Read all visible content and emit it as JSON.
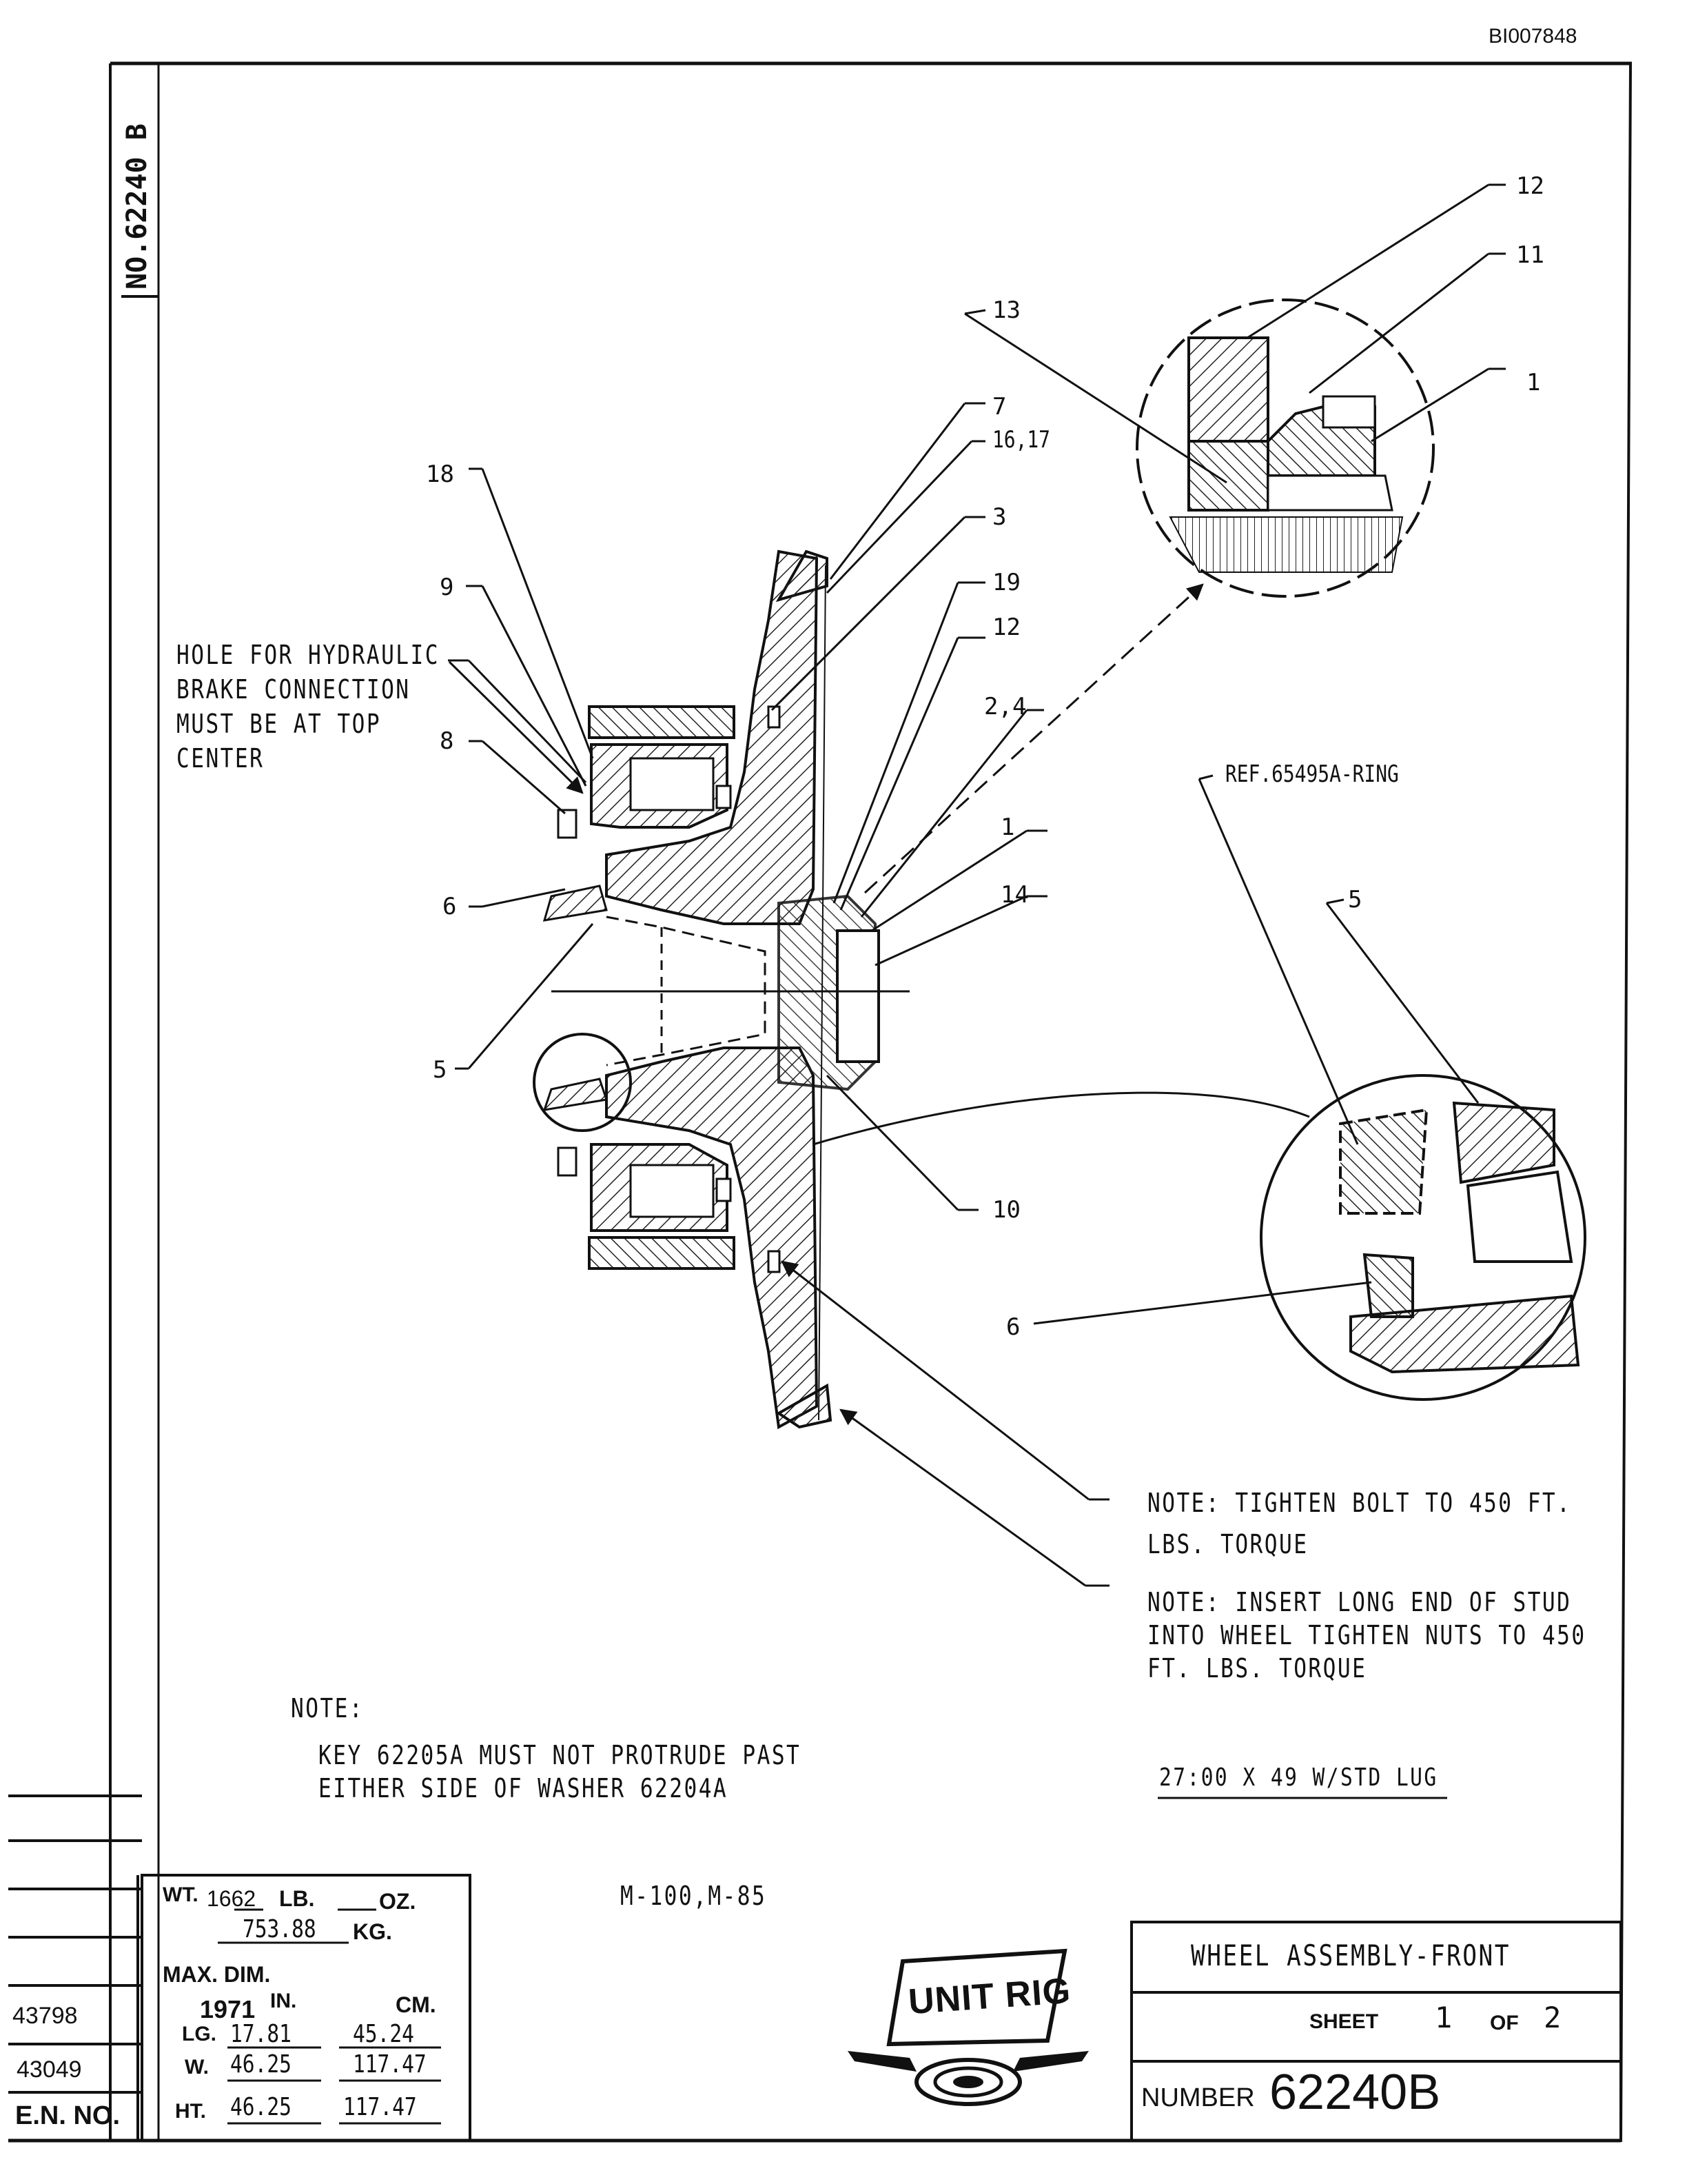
{
  "doc_code": "BI007848",
  "side_number": "NO.62240 B",
  "callouts": {
    "c18": "18",
    "c9": "9",
    "c8": "8",
    "c6a": "6",
    "c5a": "5",
    "c7": "7",
    "c1617": "16,17",
    "c3": "3",
    "c19": "19",
    "c12a": "12",
    "c24": "2,4",
    "c1a": "1",
    "c14": "14",
    "c10": "10",
    "c13": "13",
    "c12b": "12",
    "c11": "11",
    "c1b": "1",
    "c5b": "5",
    "c6b": "6",
    "ref": "REF.65495A-RING"
  },
  "notes": {
    "hydraulic": [
      "HOLE FOR HYDRAULIC",
      "BRAKE CONNECTION",
      "MUST BE AT TOP",
      "CENTER"
    ],
    "bolt": [
      "NOTE: TIGHTEN BOLT TO 450 FT.",
      "LBS. TORQUE"
    ],
    "stud": [
      "NOTE: INSERT LONG END OF STUD",
      "INTO WHEEL TIGHTEN NUTS TO 450",
      "FT. LBS. TORQUE"
    ],
    "key_title": "NOTE:",
    "key": [
      "KEY 62205A MUST NOT PROTRUDE PAST",
      "EITHER SIDE OF WASHER 62204A"
    ],
    "tire": "27:00 X 49 W/STD LUG",
    "models": "M-100,M-85"
  },
  "revisions": {
    "rows": [
      "43798",
      "43049"
    ],
    "label": "E.N. NO."
  },
  "weights": {
    "wt_label": "WT.",
    "lb_value": "1662",
    "lb_unit": "LB.",
    "oz_unit": "OZ.",
    "kg_value": "753.88",
    "kg_unit": "KG.",
    "max_dim": "MAX. DIM.",
    "year": "1971",
    "col_in": "IN.",
    "col_cm": "CM.",
    "rows": [
      {
        "label": "LG.",
        "in": "17.81",
        "cm": "45.24"
      },
      {
        "label": "W.",
        "in": "46.25",
        "cm": "117.47"
      },
      {
        "label": "HT.",
        "in": "46.25",
        "cm": "117.47"
      }
    ]
  },
  "logo_text": "UNIT RIG",
  "title_block": {
    "title": "WHEEL ASSEMBLY-FRONT",
    "sheet_label": "SHEET",
    "sheet": "1",
    "of_label": "OF",
    "sheets": "2",
    "number_label": "NUMBER",
    "number": "62240B"
  }
}
